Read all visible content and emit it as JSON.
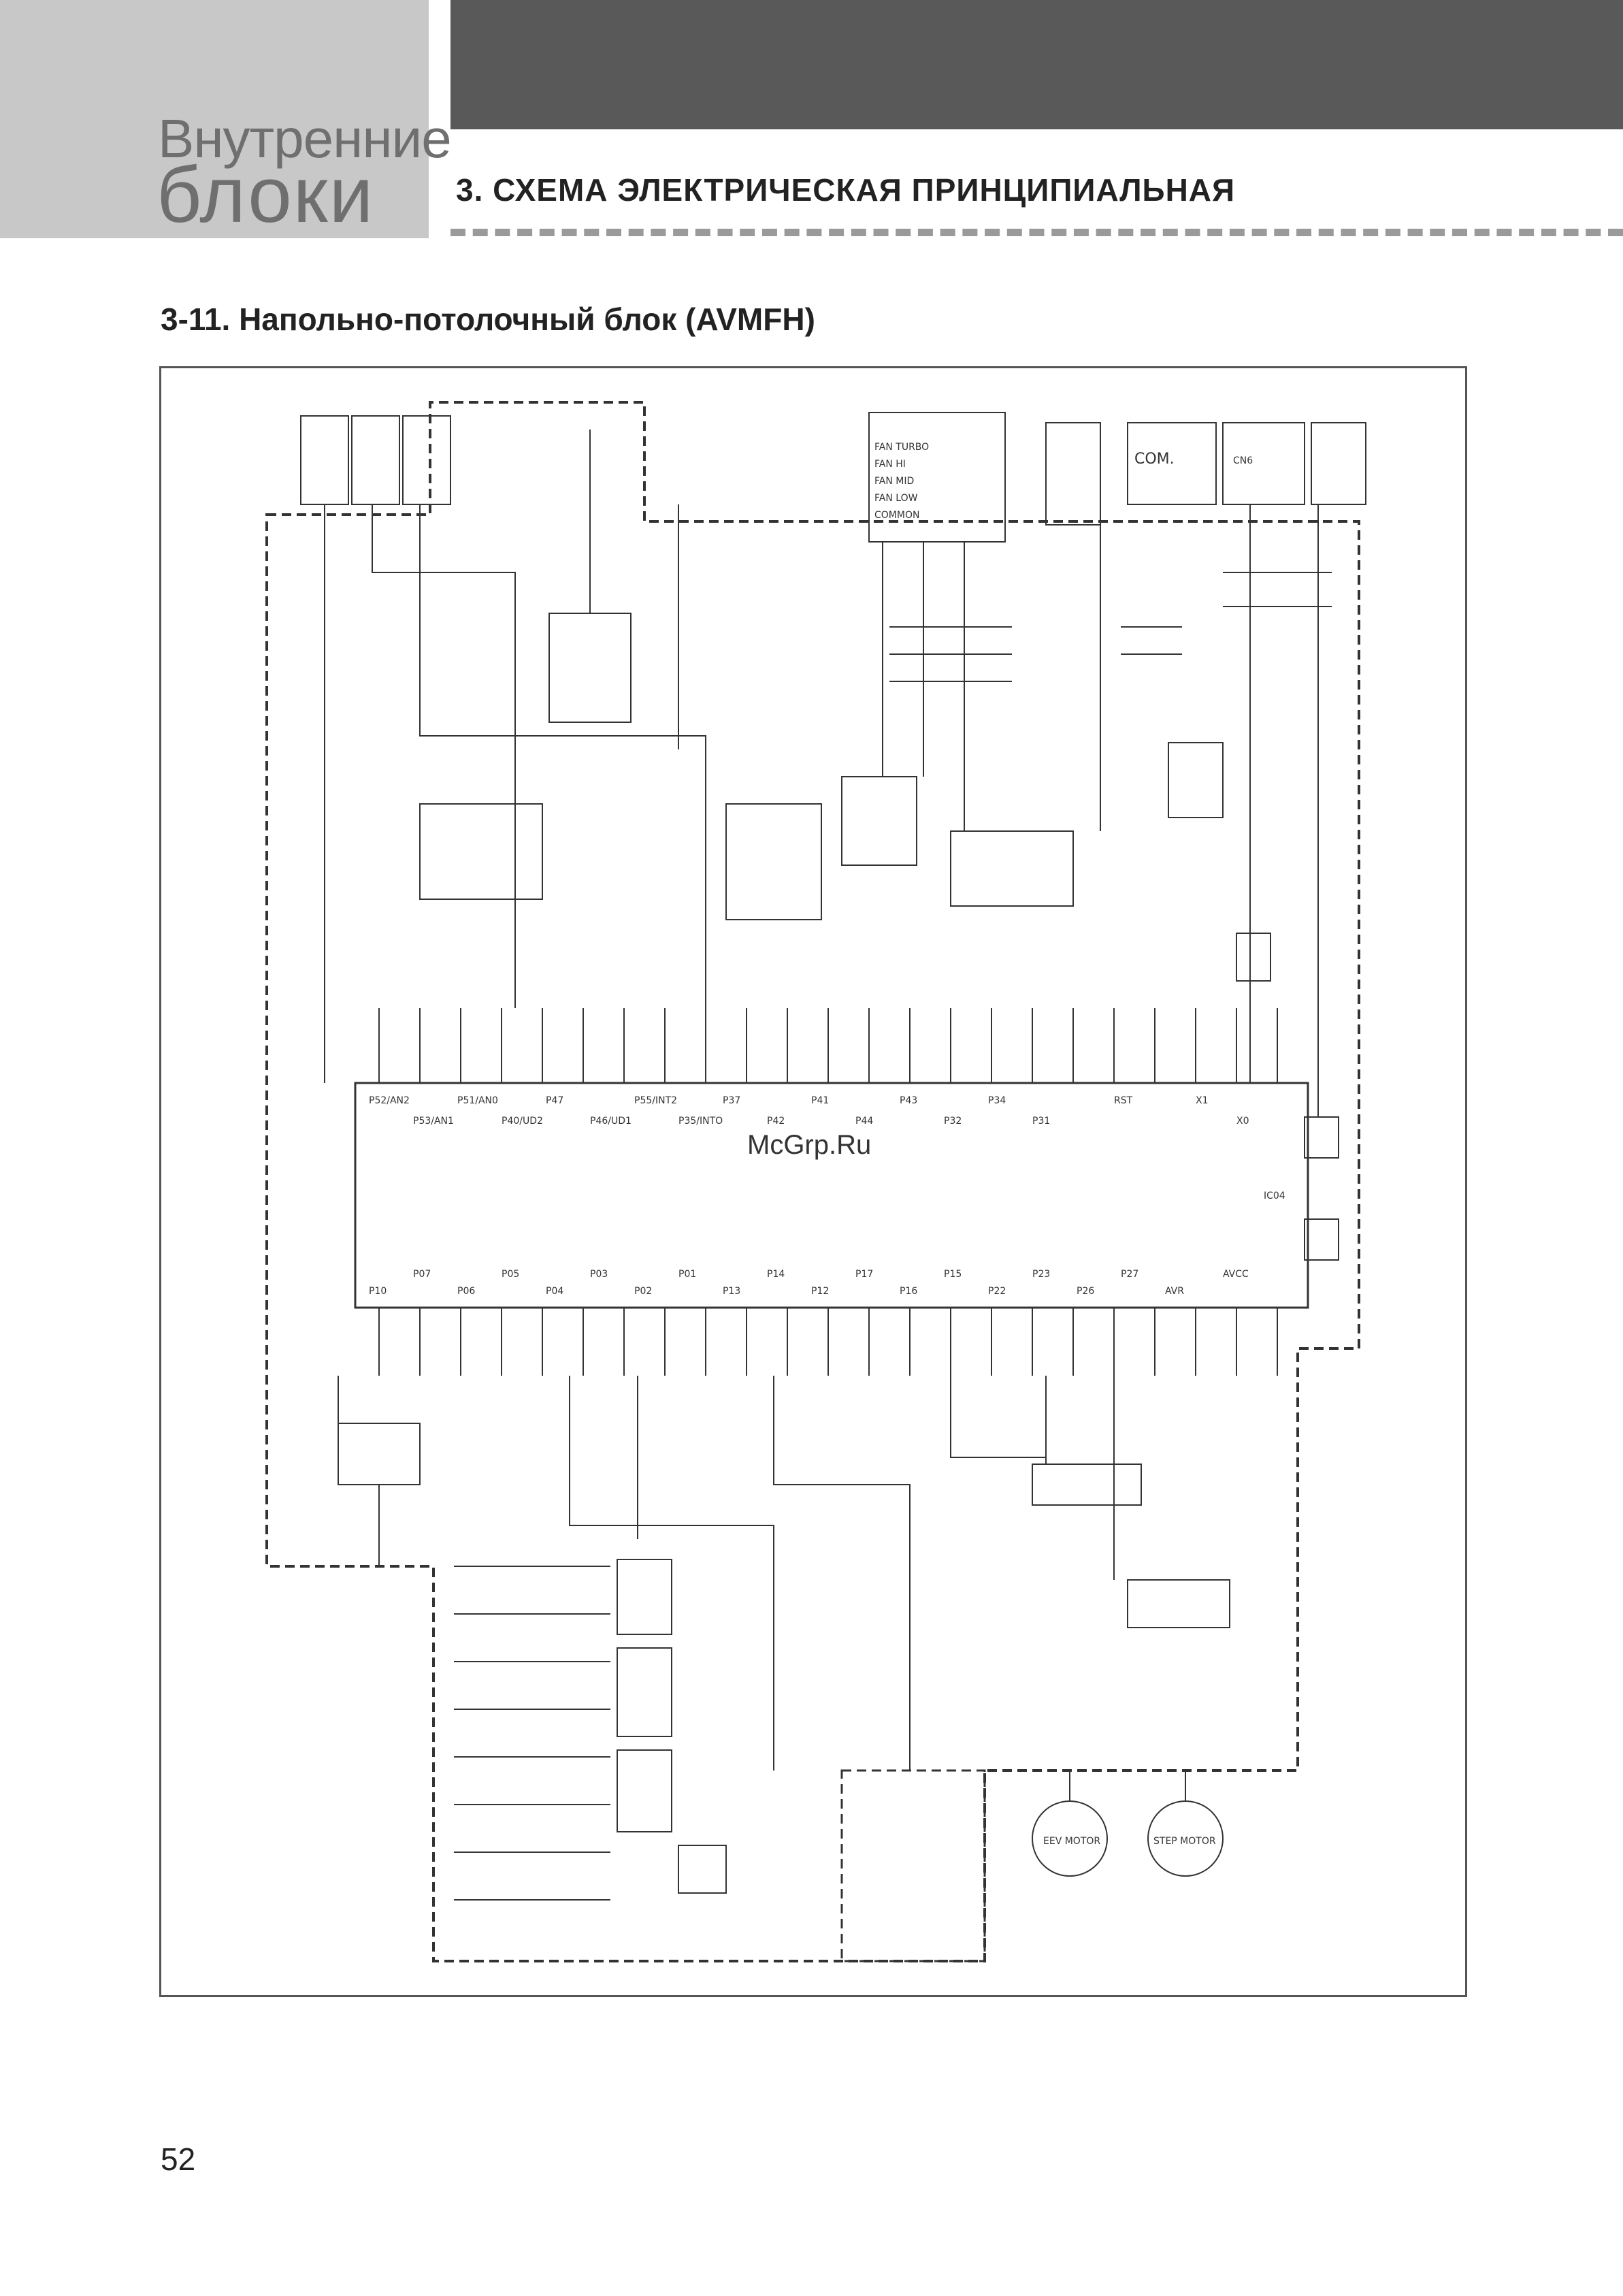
{
  "header": {
    "section_line1": "Внутренние",
    "section_line2": "блоки",
    "chapter_title": "3. СХЕМА ЭЛЕКТРИЧЕСКАЯ ПРИНЦИПИАЛЬНАЯ"
  },
  "subsection_title": "3-11. Напольно-потолочный блок (AVMFH)",
  "schematic": {
    "fan_terminals": [
      "FAN TURBO",
      "FAN HI",
      "FAN MID",
      "FAN LOW",
      "COMMON"
    ],
    "relay_labels": [
      "COM.",
      "CN6"
    ],
    "motor_labels": [
      "EEV MOTOR",
      "STEP MOTOR"
    ],
    "mcu_label": "IC04",
    "pins_top": [
      "P52/AN2",
      "P53/AN1",
      "P51/AN0",
      "P40/UD2",
      "P47",
      "P46/UD1",
      "P55/INT2",
      "P35/INTO",
      "P37",
      "P42",
      "P41",
      "P44",
      "P43",
      "P32",
      "P34",
      "P31",
      "RST",
      "X1",
      "X0"
    ],
    "pins_bottom": [
      "P10",
      "P07",
      "P06",
      "P05",
      "P04",
      "P03",
      "P02",
      "P01",
      "P13",
      "P14",
      "P12",
      "P17",
      "P16",
      "P15",
      "P22",
      "P23",
      "P26",
      "P27",
      "AVR",
      "AVCC"
    ]
  },
  "watermark": "McGrp.Ru",
  "page_number": "52"
}
